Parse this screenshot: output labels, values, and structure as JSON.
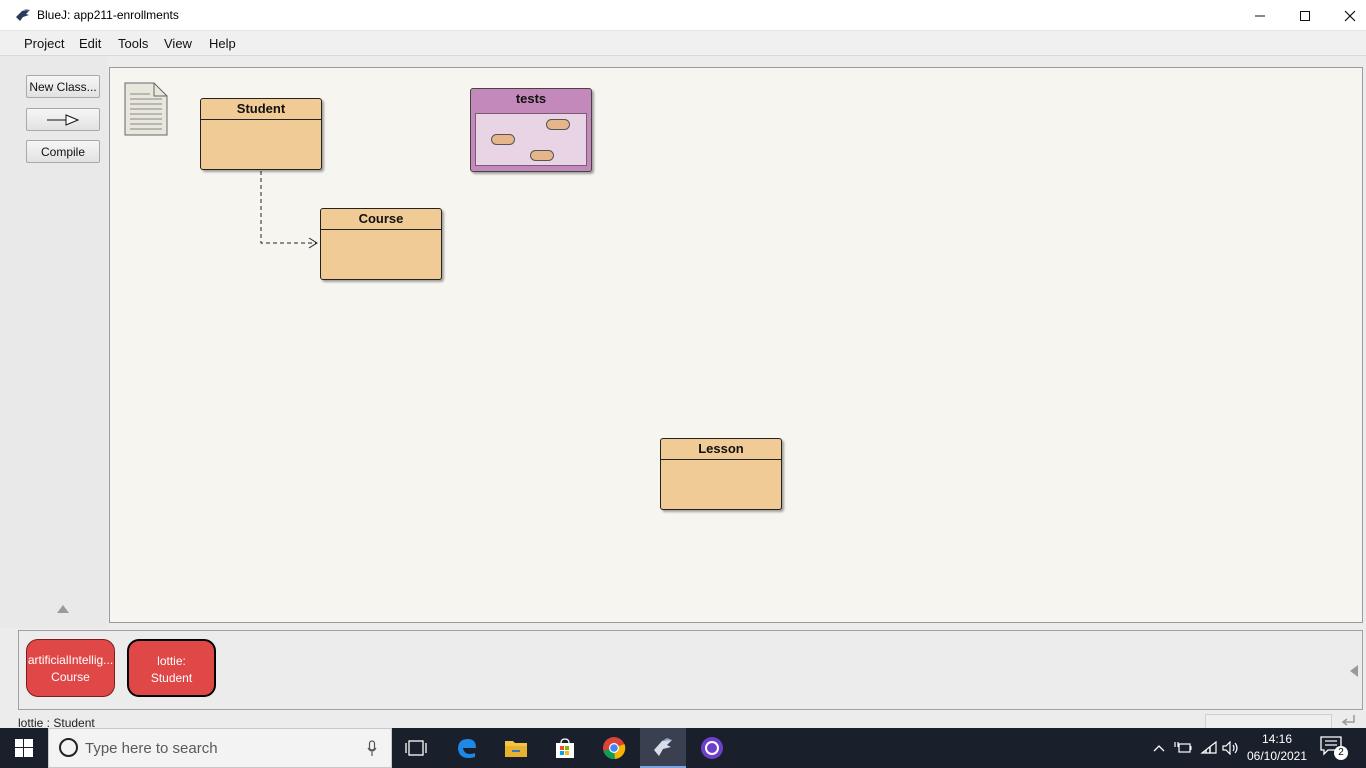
{
  "window": {
    "title": "BlueJ:  app211-enrollments"
  },
  "menu": [
    "Project",
    "Edit",
    "Tools",
    "View",
    "Help"
  ],
  "toolbar": {
    "new_class_label": "New Class...",
    "compile_label": "Compile"
  },
  "diagram": {
    "classes": [
      {
        "name": "Student"
      },
      {
        "name": "Course"
      },
      {
        "name": "Lesson"
      }
    ],
    "package": {
      "name": "tests"
    }
  },
  "object_bench": {
    "objects": [
      {
        "line1": "artificialIntellig...",
        "line2": "Course",
        "selected": false
      },
      {
        "line1": "lottie:",
        "line2": "Student",
        "selected": true
      }
    ]
  },
  "status": {
    "text": "lottie : Student"
  },
  "taskbar": {
    "search_placeholder": "Type here to search",
    "time": "14:16",
    "date": "06/10/2021",
    "notification_count": "2"
  },
  "colors": {
    "class_fill": "#f0cb95",
    "package_fill": "#c489bb",
    "object_fill": "#e04848",
    "canvas_bg": "#f7f5f0",
    "taskbar_bg": "#1a1f2c"
  }
}
